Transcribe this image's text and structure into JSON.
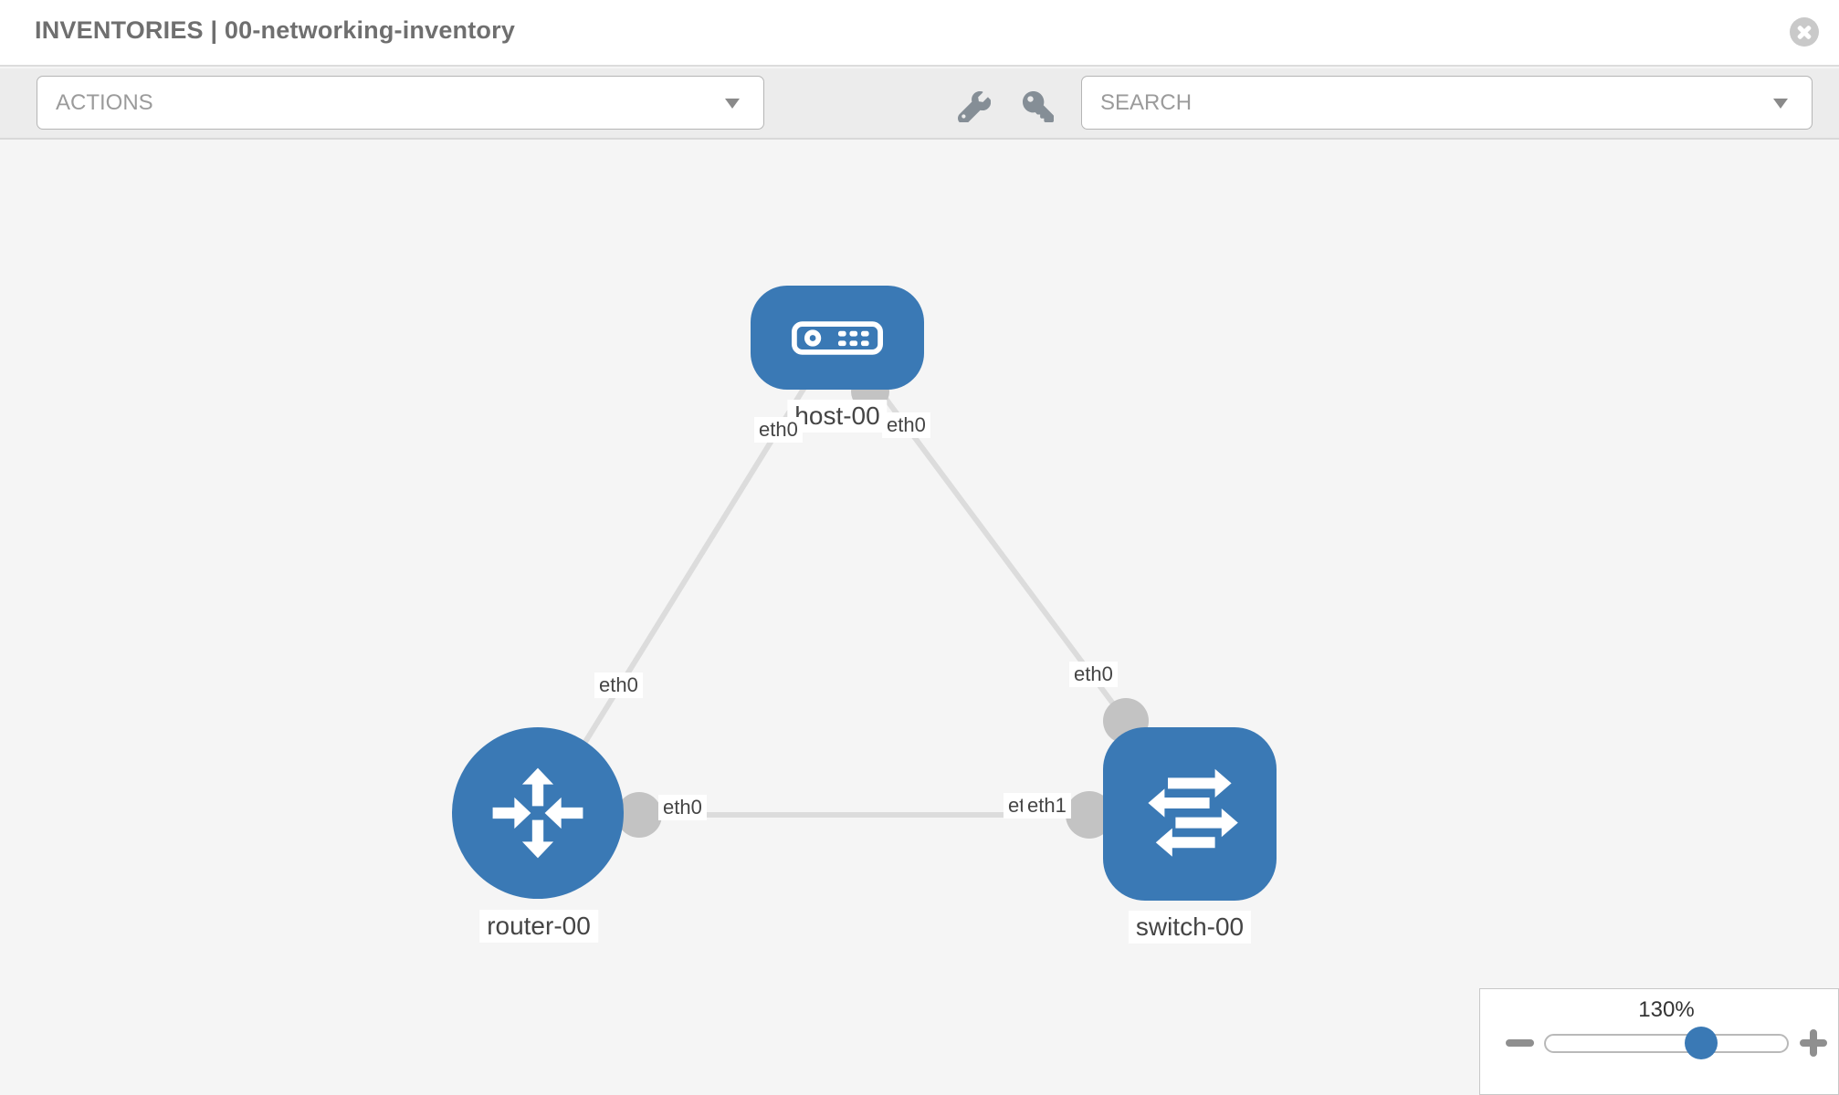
{
  "header": {
    "title": "INVENTORIES | 00-networking-inventory"
  },
  "toolbar": {
    "actions_placeholder": "ACTIONS",
    "search_placeholder": "SEARCH",
    "icons": [
      "wrench-icon",
      "key-icon"
    ]
  },
  "canvas": {
    "nodes": {
      "host": {
        "label": "host-00",
        "type": "host"
      },
      "router": {
        "label": "router-00",
        "type": "router"
      },
      "switch": {
        "label": "switch-00",
        "type": "switch"
      }
    },
    "ports": {
      "host_left": "eth0",
      "host_right": "eth0",
      "router_uplink": "eth0",
      "switch_uplink": "eth0",
      "router_lan": "eth0",
      "switch_lan_hidden": "eth0",
      "switch_lan": "eth1"
    },
    "links": [
      {
        "from": "host-00",
        "to": "router-00"
      },
      {
        "from": "host-00",
        "to": "switch-00"
      },
      {
        "from": "router-00",
        "to": "switch-00"
      }
    ]
  },
  "zoom_control": {
    "value": "130%",
    "percent": 130
  },
  "colors": {
    "node_blue": "#3a79b5",
    "link_gray": "#dcdcdc",
    "port_gray": "#c3c3c3",
    "canvas_bg": "#f5f5f5",
    "toolbar_bg": "#ececec"
  }
}
